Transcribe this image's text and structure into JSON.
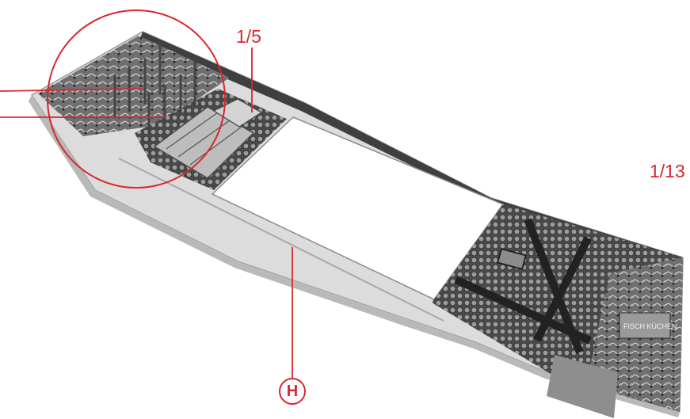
{
  "colors": {
    "callout": "#d7282f",
    "base_plate": "#dcdcdc",
    "base_edge": "#9a9a9a",
    "print_dark": "#3a3a3a",
    "cobble": "#5a5a5a",
    "photo_mid": "#7d7d7d",
    "window_white": "#ffffff"
  },
  "callouts": {
    "top_part": "1/5",
    "right_part": "1/13",
    "base_part": "H"
  },
  "photo_signage": "FISCH KÜCHEN"
}
